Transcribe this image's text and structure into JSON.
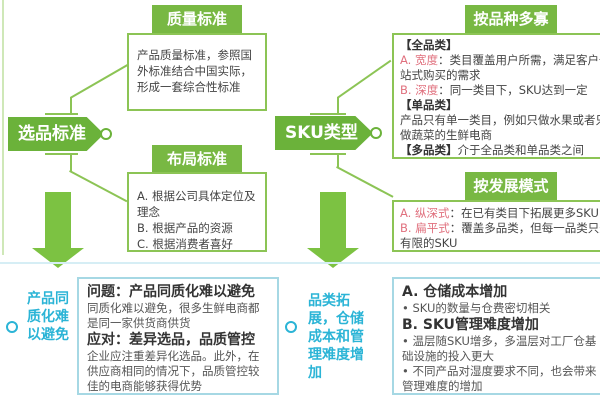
{
  "left": {
    "root": "选品标准",
    "quality": {
      "title": "质量标准",
      "text": "产品质量标准，参照国外标准结合中国实际，形成一套综合性标准"
    },
    "layout": {
      "title": "布局标准",
      "items": [
        "A. 根据公司具体定位及理念",
        "B. 根据产品的资源",
        "C. 根据消费者喜好"
      ]
    },
    "result_label": "产品同质化难以避免",
    "result_box": {
      "h1": "问题：产品同质化难以避免",
      "p1": "同质化难以避免，很多生鲜电商都是同一家供货商供货",
      "h2": "应对：差异选品，品质管控",
      "p2": "企业应注重差异化选品。此外，在供应商相同的情况下，品质管控较佳的电商能够获得优势"
    }
  },
  "right": {
    "root": "SKU类型",
    "variety": {
      "title": "按品种多寡",
      "full": "【全品类】",
      "a_key": "A. 宽度",
      "a_text": "：类目覆盖用户所需，满足客户一站式购买的需求",
      "b_key": "B. 深度",
      "b_text": "：同一类目下，SKU达到一定",
      "single": "【单品类】",
      "single_text": "产品只有单一类目，例如只做水果或者只做蔬菜的生鲜电商",
      "multi": "【多品类】",
      "multi_text": "介于全品类和单品类之间"
    },
    "mode": {
      "title": "按发展模式",
      "a_key": "A. 纵深式",
      "a_text": "：在已有类目下拓展更多SKU",
      "b_key": "B. 扁平式",
      "b_text": "：覆盖多品类，但每一品类只选有限的SKU"
    },
    "result_label": "品类拓展，仓储成本和管理难度增加",
    "result_box": {
      "h1": "A. 仓储成本增加",
      "b1": "SKU的数量与仓费密切相关",
      "h2": "B. SKU管理难度增加",
      "b2": "温层随SKU增多，多温层对工厂仓基础设施的投入更大",
      "b3": "不同产品对湿度要求不同，也会带来管理难度的增加"
    }
  },
  "colors": {
    "green": "#78b843",
    "teal": "#2bb4d6",
    "red": "#e0707e"
  }
}
